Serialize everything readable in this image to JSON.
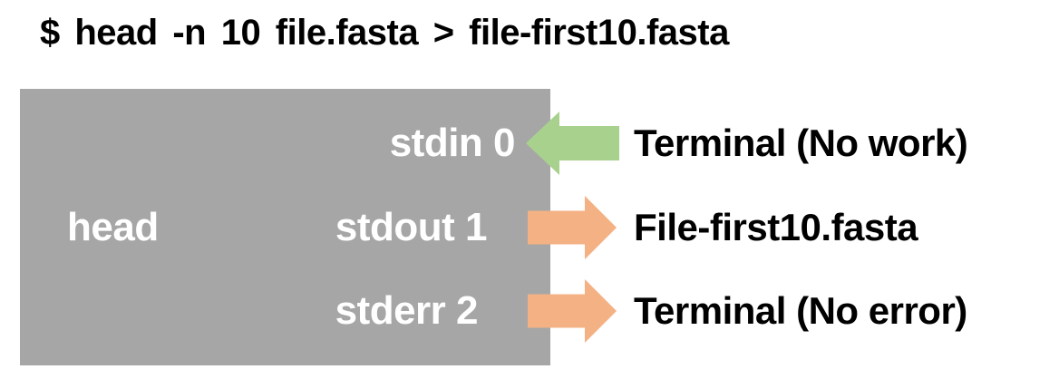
{
  "title": {
    "command": "$ head -n 10 file.fasta > file-first10.fasta"
  },
  "diagram": {
    "process": {
      "name": "head",
      "box_color": "#a6a6a6",
      "label_color": "#ffffff"
    },
    "streams": [
      {
        "name": "stdin",
        "label": "stdin 0",
        "direction": "in",
        "arrow_icon": "arrow-left",
        "arrow_color": "#a9d18e",
        "target": "Terminal (No work)"
      },
      {
        "name": "stdout",
        "label": "stdout 1",
        "direction": "out",
        "arrow_icon": "arrow-right",
        "arrow_color": "#f4b183",
        "target": "File-first10.fasta"
      },
      {
        "name": "stderr",
        "label": "stderr 2",
        "direction": "out",
        "arrow_icon": "arrow-right",
        "arrow_color": "#f4b183",
        "target": "Terminal (No error)"
      }
    ],
    "colors": {
      "background": "#ffffff",
      "command_text": "#000000",
      "target_text": "#000000"
    }
  }
}
